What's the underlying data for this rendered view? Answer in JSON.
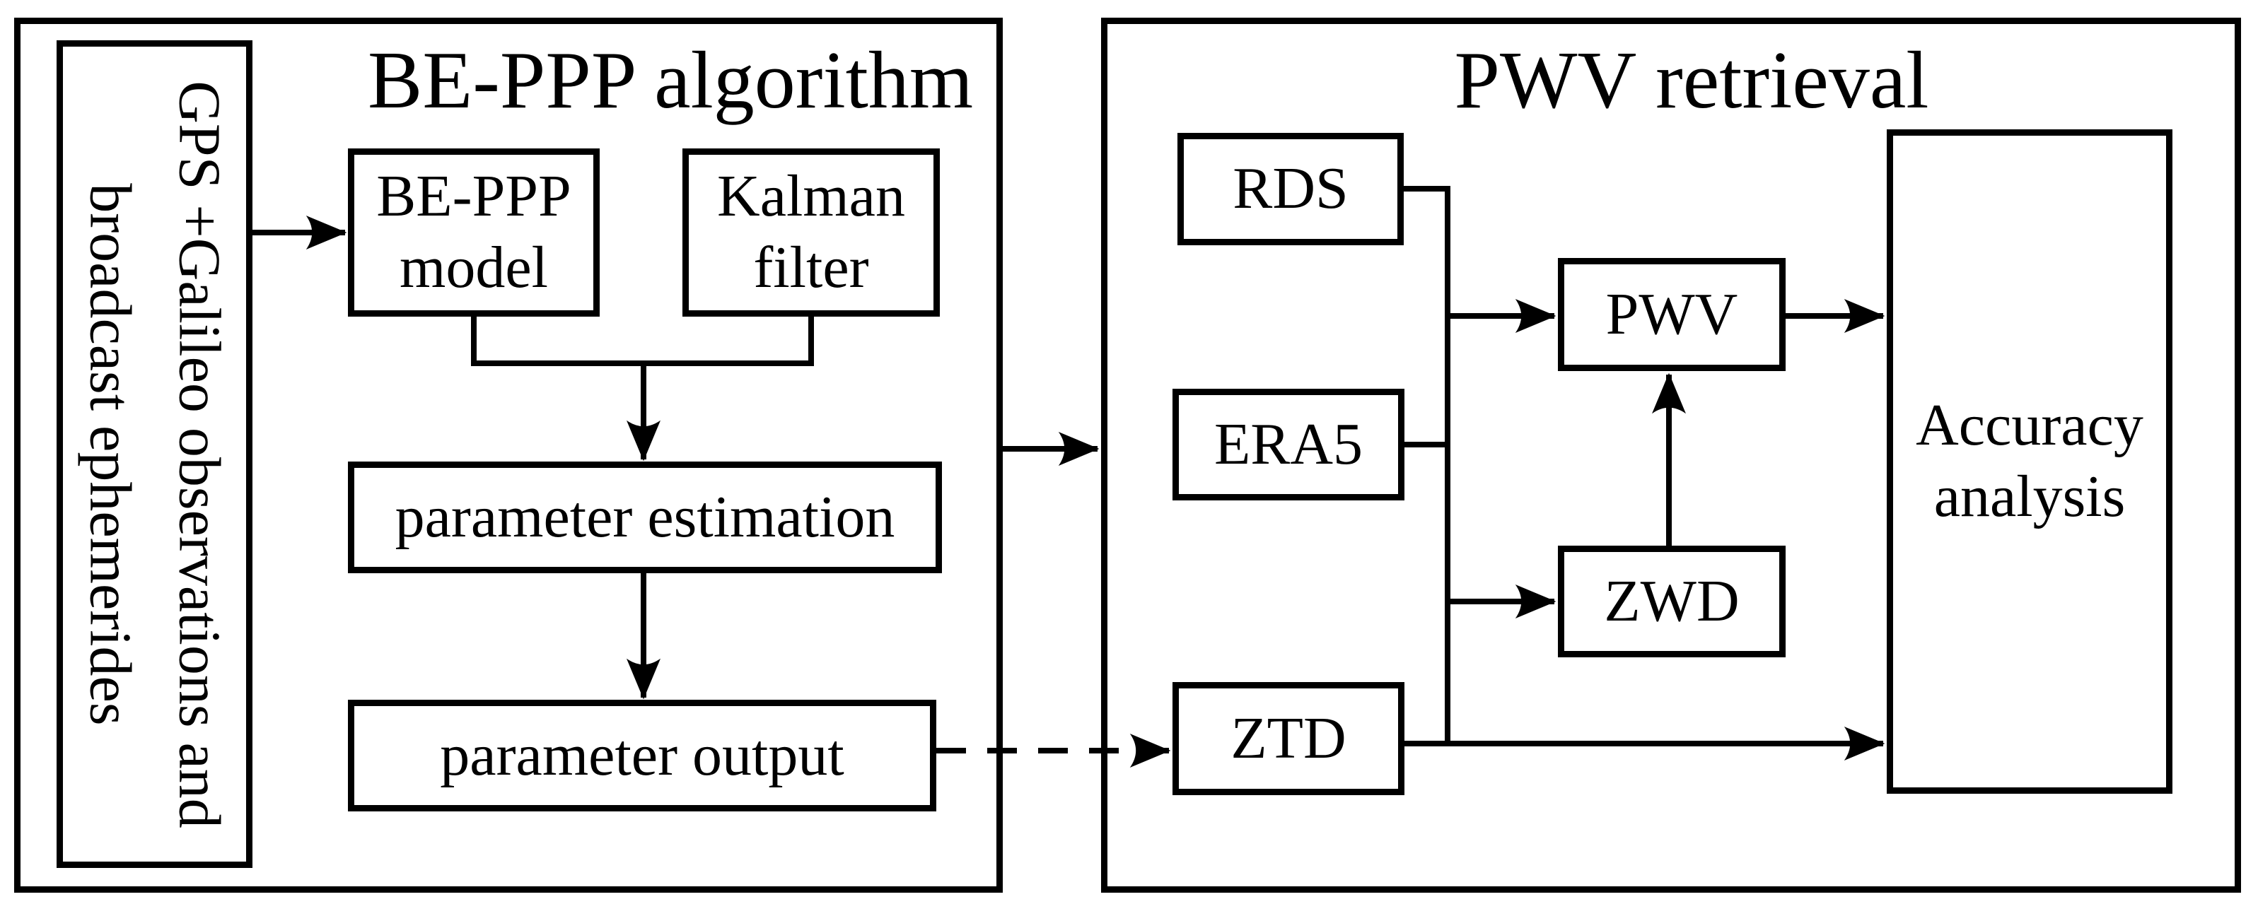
{
  "figure": {
    "type": "flowchart",
    "background": "#ffffff",
    "stroke_color": "#000000"
  },
  "panels": {
    "left": {
      "title": "BE-PPP algorithm"
    },
    "right": {
      "title": "PWV retrieval"
    }
  },
  "nodes": {
    "gps_input": {
      "label": "GPS +Galileo observations and\nbroadcast ephemerides"
    },
    "be_ppp_model": {
      "label": "BE-PPP\nmodel"
    },
    "kalman_filter": {
      "label": "Kalman\nfilter"
    },
    "parameter_estimation": {
      "label": "parameter estimation"
    },
    "parameter_output": {
      "label": "parameter output"
    },
    "rds": {
      "label": "RDS"
    },
    "era5": {
      "label": "ERA5"
    },
    "ztd": {
      "label": "ZTD"
    },
    "pwv": {
      "label": "PWV"
    },
    "zwd": {
      "label": "ZWD"
    },
    "accuracy_analysis": {
      "label": "Accuracy\nanalysis"
    }
  },
  "connections": [
    {
      "from": "gps_input",
      "to": "be_ppp_model",
      "style": "solid-arrow"
    },
    {
      "from": "be_ppp_model",
      "to": "parameter_estimation",
      "style": "solid-arrow",
      "via": "merge-with-kalman-filter"
    },
    {
      "from": "kalman_filter",
      "to": "parameter_estimation",
      "style": "solid-arrow",
      "via": "merge-with-be-ppp-model"
    },
    {
      "from": "parameter_estimation",
      "to": "parameter_output",
      "style": "solid-arrow"
    },
    {
      "from": "parameter_output",
      "to": "ztd",
      "style": "dashed-arrow"
    },
    {
      "from": "be_ppp_algorithm_panel",
      "to": "pwv_retrieval_panel",
      "style": "solid-arrow"
    },
    {
      "from": "rds",
      "to": "bus",
      "style": "solid-line"
    },
    {
      "from": "era5",
      "to": "bus",
      "style": "solid-line"
    },
    {
      "from": "bus",
      "to": "pwv",
      "style": "solid-arrow"
    },
    {
      "from": "bus",
      "to": "zwd",
      "style": "solid-arrow"
    },
    {
      "from": "zwd",
      "to": "pwv",
      "style": "solid-arrow"
    },
    {
      "from": "pwv",
      "to": "accuracy_analysis",
      "style": "solid-arrow"
    },
    {
      "from": "ztd",
      "to": "accuracy_analysis",
      "style": "solid-arrow"
    }
  ]
}
